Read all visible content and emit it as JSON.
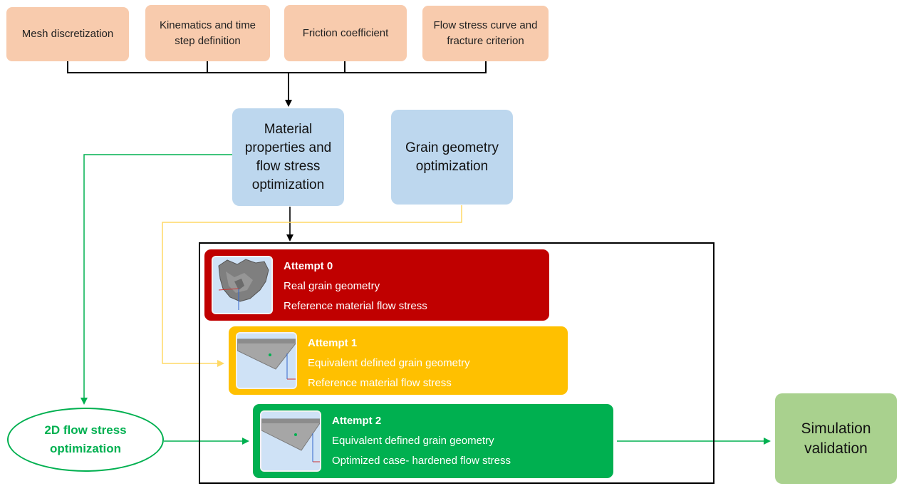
{
  "inputs": [
    {
      "label": "Mesh discretization"
    },
    {
      "label": "Kinematics and time step definition"
    },
    {
      "label": "Friction coefficient"
    },
    {
      "label": "Flow stress curve and fracture criterion"
    }
  ],
  "material_box": {
    "label": "Material properties and flow stress optimization"
  },
  "grain_box": {
    "label": "Grain geometry optimization"
  },
  "attempts": [
    {
      "title": "Attempt 0",
      "line1": "Real grain geometry",
      "line2": "Reference material flow stress",
      "color": "#c00000"
    },
    {
      "title": "Attempt 1",
      "line1": "Equivalent defined grain geometry",
      "line2": "Reference material flow stress",
      "color": "#ffc000"
    },
    {
      "title": "Attempt 2",
      "line1": "Equivalent defined grain geometry",
      "line2": "Optimized case- hardened flow stress",
      "color": "#00b050"
    }
  ],
  "flow_stress_2d": {
    "label": "2D flow stress optimization"
  },
  "validation": {
    "label": "Simulation validation"
  },
  "colors": {
    "input_fill": "#f8cbad",
    "process_fill": "#bdd7ee",
    "validation_fill": "#a9d18e",
    "green_line": "#00b050",
    "yellow_line": "#ffd966"
  }
}
